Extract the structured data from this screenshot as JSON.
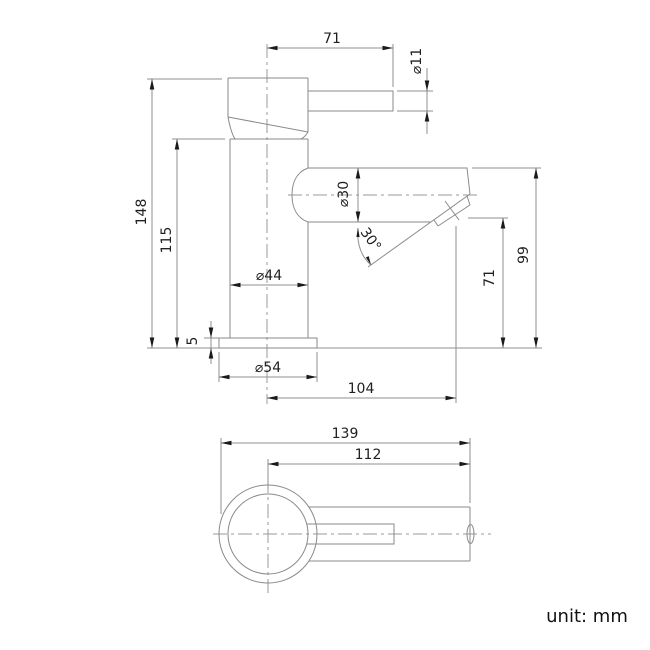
{
  "unit_note": "unit: mm",
  "colors": {
    "background": "#ffffff",
    "part_line": "#8a8a8a",
    "dimension_line": "#8f8f8f",
    "centerline": "#9a9a9a",
    "arrow": "#1a1a1a",
    "text": "#1f1f1f"
  },
  "side_view": {
    "dims": {
      "lever_length": "71",
      "lever_diameter": "⌀11",
      "total_height": "148",
      "body_height": "115",
      "spout_diameter": "⌀30",
      "outlet_angle": "30°",
      "body_diameter": "⌀44",
      "base_thickness": "5",
      "base_diameter": "⌀54",
      "reach_to_outlet": "104",
      "outlet_height": "71",
      "spout_height": "99"
    }
  },
  "top_view": {
    "dims": {
      "overall_length": "139",
      "reach_from_center": "112"
    }
  }
}
